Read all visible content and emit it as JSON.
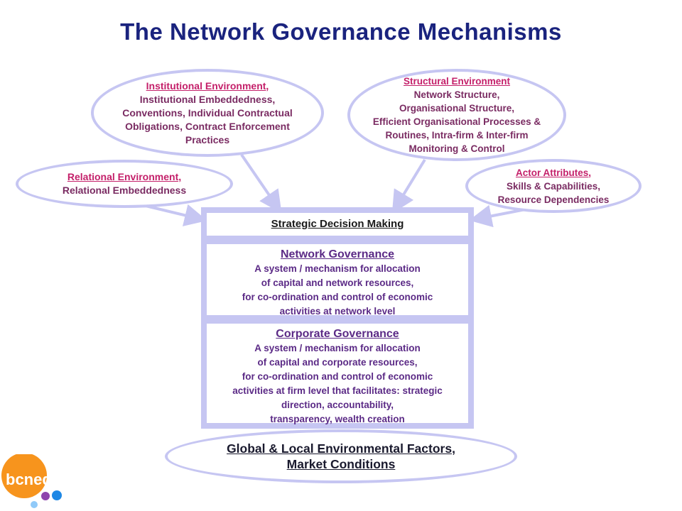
{
  "title": "The Network Governance Mechanisms",
  "institutional": {
    "heading": "Institutional Environment,",
    "lines": [
      "Institutional Embeddedness,",
      "Conventions, Individual Contractual",
      "Obligations, Contract Enforcement",
      "Practices"
    ]
  },
  "structural": {
    "heading": "Structural Environment",
    "lines": [
      "Network Structure,",
      "Organisational Structure,",
      "Efficient Organisational Processes &",
      "Routines, Intra-firm & Inter-firm",
      "Monitoring & Control"
    ]
  },
  "relational": {
    "heading": "Relational Environment,",
    "lines": [
      "Relational Embeddedness"
    ]
  },
  "actor": {
    "heading": "Actor Attributes,",
    "lines": [
      "Skills & Capabilities,",
      "Resource Dependencies"
    ]
  },
  "strategic": {
    "label": "Strategic Decision Making"
  },
  "network_governance": {
    "heading": "Network Governance",
    "lines": [
      "A system / mechanism for allocation",
      "of capital and network resources,",
      "for co-ordination and control of economic",
      "activities at network level"
    ]
  },
  "corporate_governance": {
    "heading": "Corporate Governance",
    "lines": [
      "A system / mechanism for allocation",
      "of capital and corporate resources,",
      "for co-ordination and control of economic",
      "activities at firm level that facilitates: strategic",
      "direction, accountability,",
      "transparency, wealth creation"
    ]
  },
  "global": {
    "line1": "Global & Local Environmental Factors,",
    "line2": "Market Conditions"
  },
  "logo": {
    "text": "bcned",
    "color": "#f7941d"
  }
}
